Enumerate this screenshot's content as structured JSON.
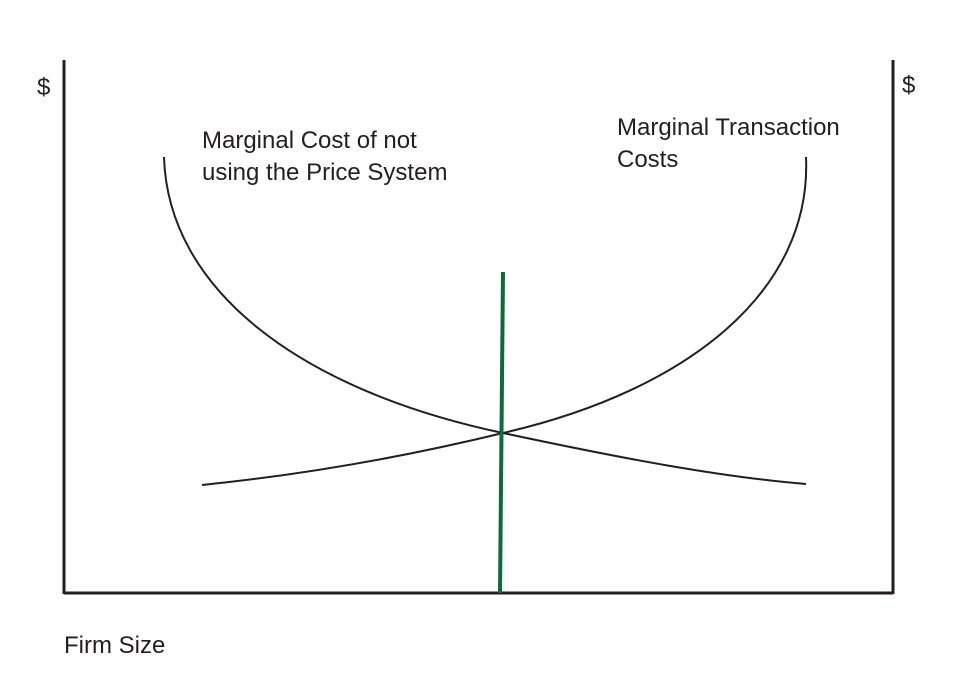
{
  "diagram": {
    "y_axis_left_label": "$",
    "y_axis_right_label": "$",
    "x_axis_label": "Firm Size",
    "curves": {
      "marginal_cost_not_using_price_system": {
        "label_lines": [
          "Marginal Cost of not",
          "using the Price System"
        ]
      },
      "marginal_transaction_costs": {
        "label_lines": [
          "Marginal Transaction",
          "Costs"
        ]
      }
    }
  },
  "colors": {
    "axes": "#231f20",
    "curves": "#231f20",
    "equilibrium_line": "#0d6b3a",
    "text": "#231f20",
    "background": "#ffffff"
  }
}
